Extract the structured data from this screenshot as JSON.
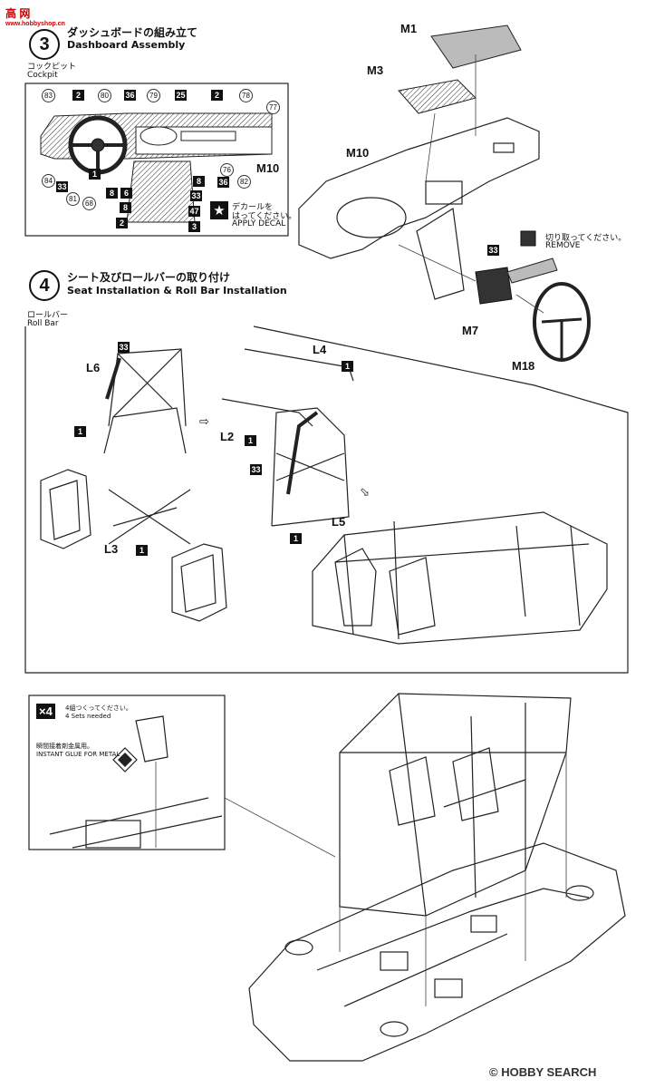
{
  "watermark": {
    "text": "高 网",
    "sub": "www.hobbyshop.cn"
  },
  "step3": {
    "number": "3",
    "title_jp": "ダッシュボードの組み立て",
    "title_en": "Dashboard Assembly",
    "cockpit_jp": "コックピット",
    "cockpit_en": "Cockpit",
    "decal_jp1": "デカールを",
    "decal_jp2": "はってください。",
    "decal_en": "APPLY DECAL",
    "remove_jp": "切り取ってください。",
    "remove_en": "REMOVE",
    "parts": [
      "M1",
      "M3",
      "M10",
      "M7",
      "M18"
    ],
    "inset_parts": [
      "M10"
    ],
    "tags": [
      "2",
      "2",
      "1",
      "8",
      "6",
      "8",
      "2",
      "8",
      "3"
    ],
    "rings": [
      "83",
      "80",
      "36",
      "79",
      "25",
      "78",
      "77",
      "84",
      "33",
      "81",
      "68",
      "76",
      "36",
      "82",
      "33",
      "47"
    ]
  },
  "step4": {
    "number": "4",
    "title_jp": "シート及びロールバーの取り付け",
    "title_en": "Seat Installation & Roll Bar Installation",
    "rollbar_jp": "ロールバー",
    "rollbar_en": "Roll Bar",
    "parts": [
      "L6",
      "L4",
      "L2",
      "L3",
      "L5"
    ],
    "tags": [
      "1",
      "1",
      "1",
      "1",
      "1"
    ],
    "rings": [
      "33",
      "33"
    ]
  },
  "step5": {
    "sets_badge": "×4",
    "sets_jp": "4組つくってください。",
    "sets_en": "4 Sets needed",
    "glue_jp": "瞬間接着剤金属用。",
    "glue_en": "INSTANT GLUE FOR METAL"
  },
  "footer": {
    "brand": "HOBBY SEARCH",
    "copyright": "©"
  }
}
